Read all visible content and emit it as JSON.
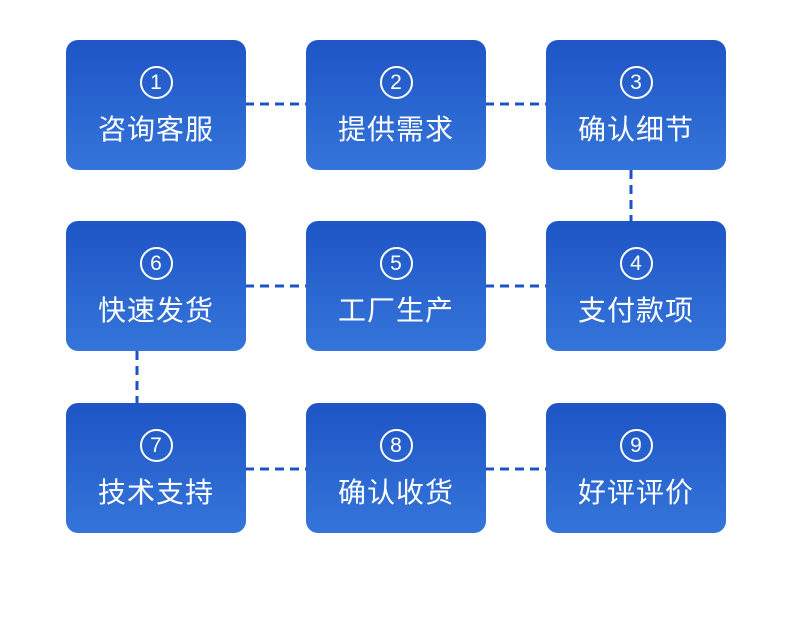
{
  "colors": {
    "box_gradient_top": "#1e55c5",
    "box_gradient_bottom": "#3575da",
    "connector": "#1a53c3",
    "step_text": "#ffffff",
    "background": "#ffffff"
  },
  "steps": [
    {
      "number": "1",
      "label": "咨询客服"
    },
    {
      "number": "2",
      "label": "提供需求"
    },
    {
      "number": "3",
      "label": "确认细节"
    },
    {
      "number": "4",
      "label": "支付款项"
    },
    {
      "number": "5",
      "label": "工厂生产"
    },
    {
      "number": "6",
      "label": "快速发货"
    },
    {
      "number": "7",
      "label": "技术支持"
    },
    {
      "number": "8",
      "label": "确认收货"
    },
    {
      "number": "9",
      "label": "好评评价"
    }
  ],
  "flow_connections": [
    {
      "from": "1",
      "to": "2"
    },
    {
      "from": "2",
      "to": "3"
    },
    {
      "from": "3",
      "to": "4"
    },
    {
      "from": "4",
      "to": "5"
    },
    {
      "from": "5",
      "to": "6"
    },
    {
      "from": "6",
      "to": "7"
    },
    {
      "from": "7",
      "to": "8"
    },
    {
      "from": "8",
      "to": "9"
    }
  ]
}
